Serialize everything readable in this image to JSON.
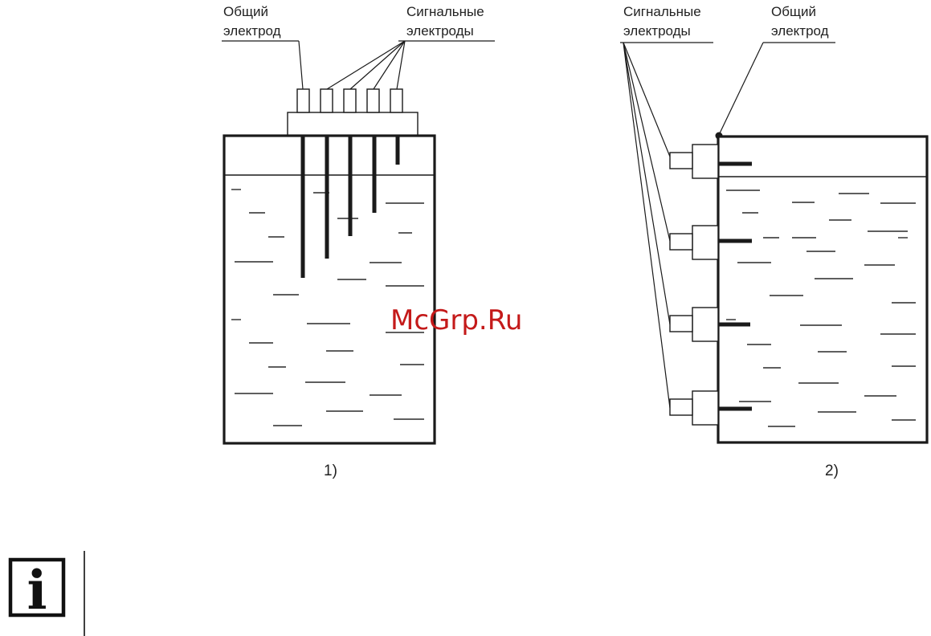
{
  "figure1": {
    "common_label": [
      "Общий",
      "электрод"
    ],
    "signal_label": [
      "Сигнальные",
      "электроды"
    ],
    "caption": "1)"
  },
  "figure2": {
    "signal_label": [
      "Сигнальные",
      "электроды"
    ],
    "common_label": [
      "Общий",
      "электрод"
    ],
    "caption": "2)"
  },
  "watermark": "McGrp.Ru",
  "info_icon": "info-icon",
  "colors": {
    "line": "#1a1a1a",
    "watermark": "#c41a1a"
  }
}
